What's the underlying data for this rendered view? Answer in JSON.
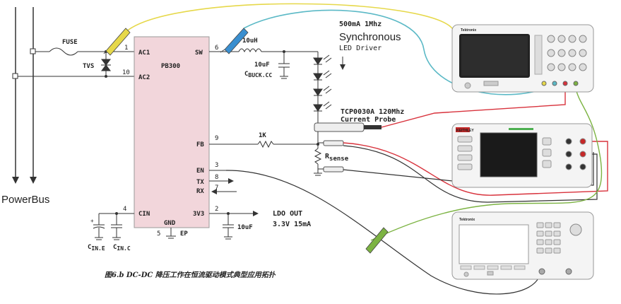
{
  "powerbus_label": "PowerBus",
  "fuse_label": "FUSE",
  "tvs_label": "TVS",
  "chip": {
    "name": "PB300",
    "pins": {
      "ac1_num": "1",
      "ac1": "AC1",
      "ac2_num": "10",
      "ac2": "AC2",
      "sw_num": "6",
      "sw": "SW",
      "fb_num": "9",
      "fb": "FB",
      "en_num": "3",
      "en": "EN",
      "tx_num": "8",
      "tx": "TX",
      "rx_num": "7",
      "rx": "RX",
      "cin_num": "4",
      "cin": "CIN",
      "v33_num": "2",
      "v33": "3V3",
      "gnd": "GND",
      "gnd_num": "5",
      "ep": "EP"
    }
  },
  "inductor_label": "10uH",
  "cbuck": {
    "value": "10uF",
    "main": "C",
    "sub": "BUCK.CC"
  },
  "led_title_1": "500mA 1Mhz",
  "led_title_2": "Synchronous",
  "led_title_3": "LED Driver",
  "probe_label_1": "TCP0030A 120Mhz",
  "probe_label_2": "Current Probe",
  "resistor_label": "1K",
  "rsense": {
    "main": "R",
    "sub": "sense"
  },
  "cine": {
    "main": "C",
    "sub": "IN.E"
  },
  "cinc": {
    "main": "C",
    "sub": "IN.C"
  },
  "cout_label": "10uF",
  "ldo_label_1": "LDO OUT",
  "ldo_label_2": "3.3V 15mA",
  "caption": "图6.b    DC-DC 降压工作在恒流驱动模式典型应用拓扑",
  "scope_brand": "Tektronix",
  "dmm_brand": "KEITHLEY",
  "gen_brand": "Tektronix",
  "colors": {
    "chip_fill": "#f2d6db",
    "yellow_wire": "#e6d84a",
    "cyan_wire": "#5bb9c6",
    "red_wire": "#d8323c",
    "black_wire": "#333333",
    "green_wire": "#7cb342"
  }
}
